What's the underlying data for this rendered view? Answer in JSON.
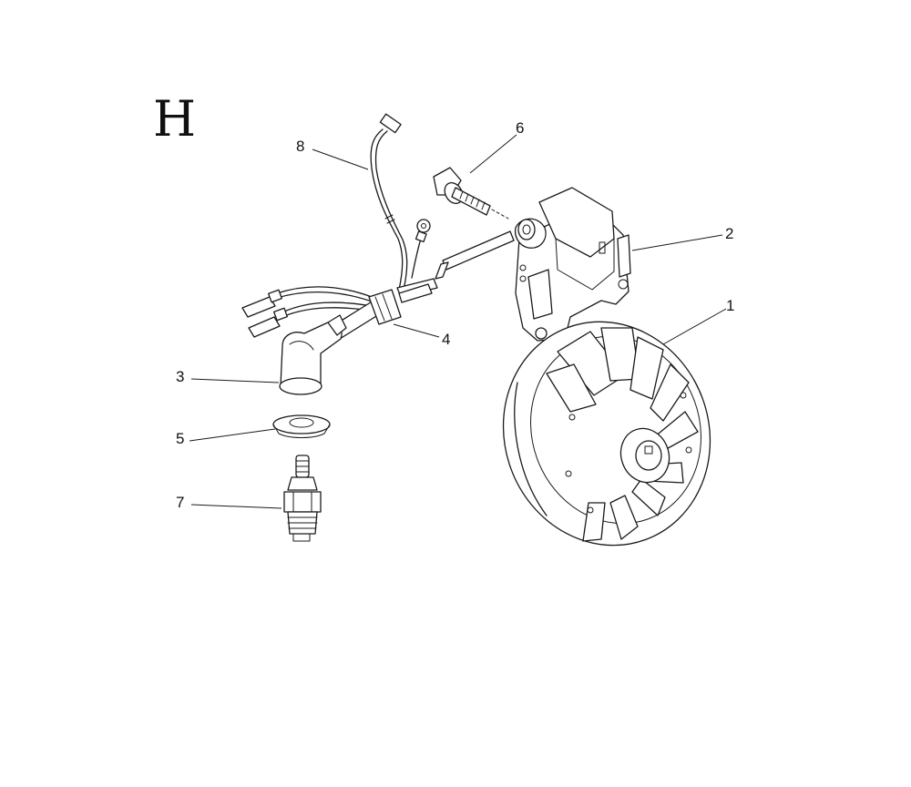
{
  "sheet_letter": "H",
  "callouts": [
    {
      "id": "flywheel",
      "number": "1"
    },
    {
      "id": "ignition-coil",
      "number": "2"
    },
    {
      "id": "spark-plug-cap",
      "number": "3"
    },
    {
      "id": "clamp",
      "number": "4"
    },
    {
      "id": "washer",
      "number": "5"
    },
    {
      "id": "bolt",
      "number": "6"
    },
    {
      "id": "spark-plug",
      "number": "7"
    },
    {
      "id": "wire-harness",
      "number": "8"
    }
  ]
}
